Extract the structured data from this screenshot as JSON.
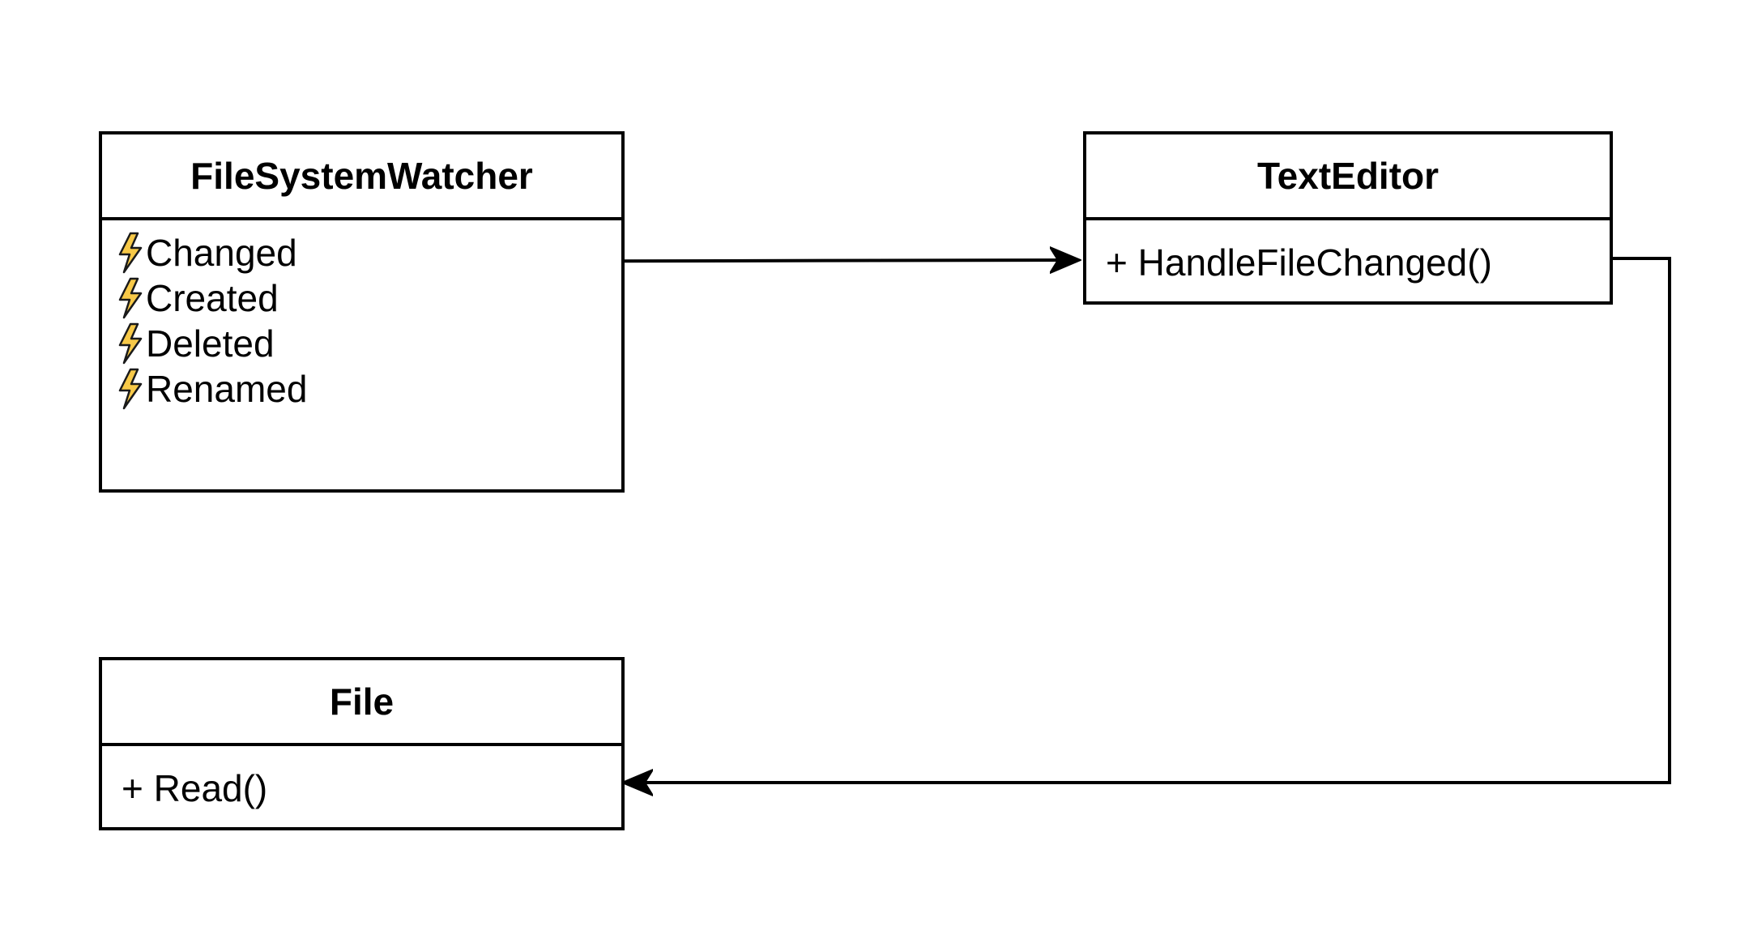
{
  "diagram": {
    "classes": {
      "file_system_watcher": {
        "name": "FileSystemWatcher",
        "events": [
          {
            "label": "Changed",
            "icon": "lightning-icon"
          },
          {
            "label": "Created",
            "icon": "lightning-icon"
          },
          {
            "label": "Deleted",
            "icon": "lightning-icon"
          },
          {
            "label": "Renamed",
            "icon": "lightning-icon"
          }
        ]
      },
      "text_editor": {
        "name": "TextEditor",
        "methods": [
          {
            "label": "+ HandleFileChanged()"
          }
        ]
      },
      "file": {
        "name": "File",
        "methods": [
          {
            "label": "+ Read()"
          }
        ]
      }
    },
    "connections": [
      {
        "from": "FileSystemWatcher.Changed",
        "to": "TextEditor.HandleFileChanged()",
        "arrow": "open-arrowhead"
      },
      {
        "from": "TextEditor.HandleFileChanged()",
        "to": "File.Read()",
        "arrow": "open-arrowhead"
      }
    ],
    "colors": {
      "line": "#000000",
      "box_border": "#000000",
      "box_fill": "#ffffff",
      "event_icon_fill": "#f7c948",
      "event_icon_stroke": "#1a1a1a"
    }
  }
}
